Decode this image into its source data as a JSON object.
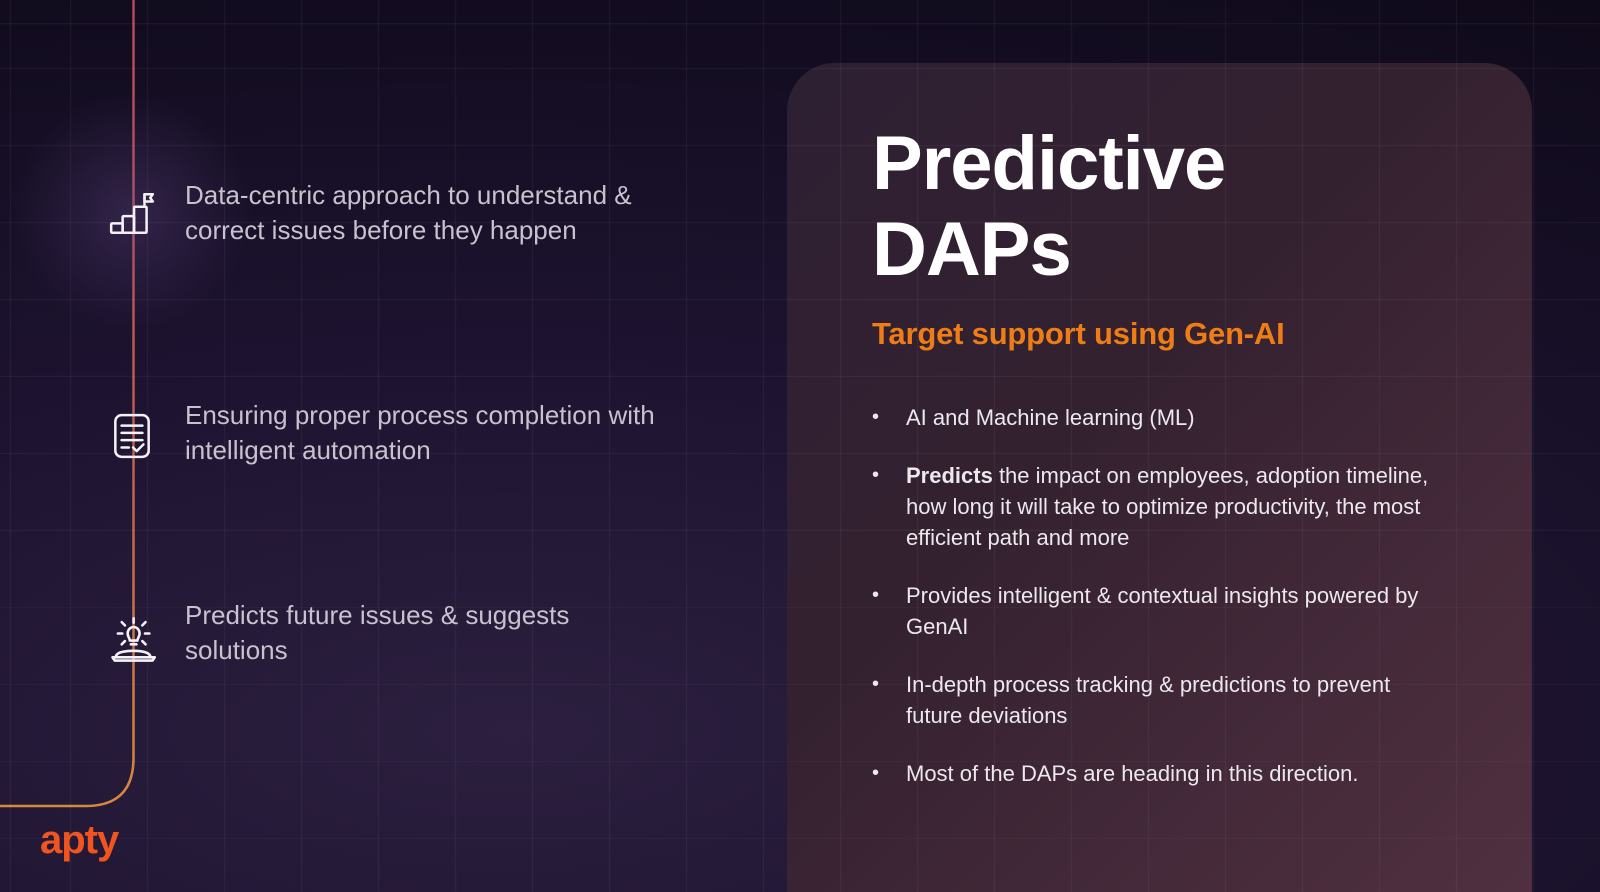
{
  "brand": {
    "logo_text": "apty"
  },
  "left_panel": {
    "features": [
      {
        "icon": "bar-chart-flag-icon",
        "text": "Data-centric approach to understand & correct issues before they happen"
      },
      {
        "icon": "document-check-icon",
        "text": "Ensuring proper process completion with intelligent automation"
      },
      {
        "icon": "lightbulb-book-icon",
        "text": "Predicts future issues & suggests solutions"
      }
    ]
  },
  "card": {
    "title_line1": "Predictive",
    "title_line2": "DAPs",
    "subtitle": "Target support using Gen-AI",
    "bullet_marker": "•",
    "bullets": [
      {
        "bold": "",
        "text": "AI and Machine learning (ML)"
      },
      {
        "bold": "Predicts",
        "text": " the impact on employees, adoption timeline, how long it will take to optimize productivity, the most efficient path and more"
      },
      {
        "bold": "",
        "text": "Provides intelligent & contextual insights powered by GenAI"
      },
      {
        "bold": "",
        "text": "In-depth process tracking & predictions to prevent future deviations"
      },
      {
        "bold": "",
        "text": "Most of the DAPs are heading in this direction."
      }
    ]
  },
  "colors": {
    "accent_orange": "#ef7d15",
    "logo_orange": "#f0541f",
    "timeline_top": "#b5465e",
    "timeline_bottom": "#d5893f",
    "card_gradient_start": "#2d2033",
    "card_gradient_end": "#503040",
    "body_text": "#ece8ee",
    "left_text": "#c7c2cd"
  }
}
